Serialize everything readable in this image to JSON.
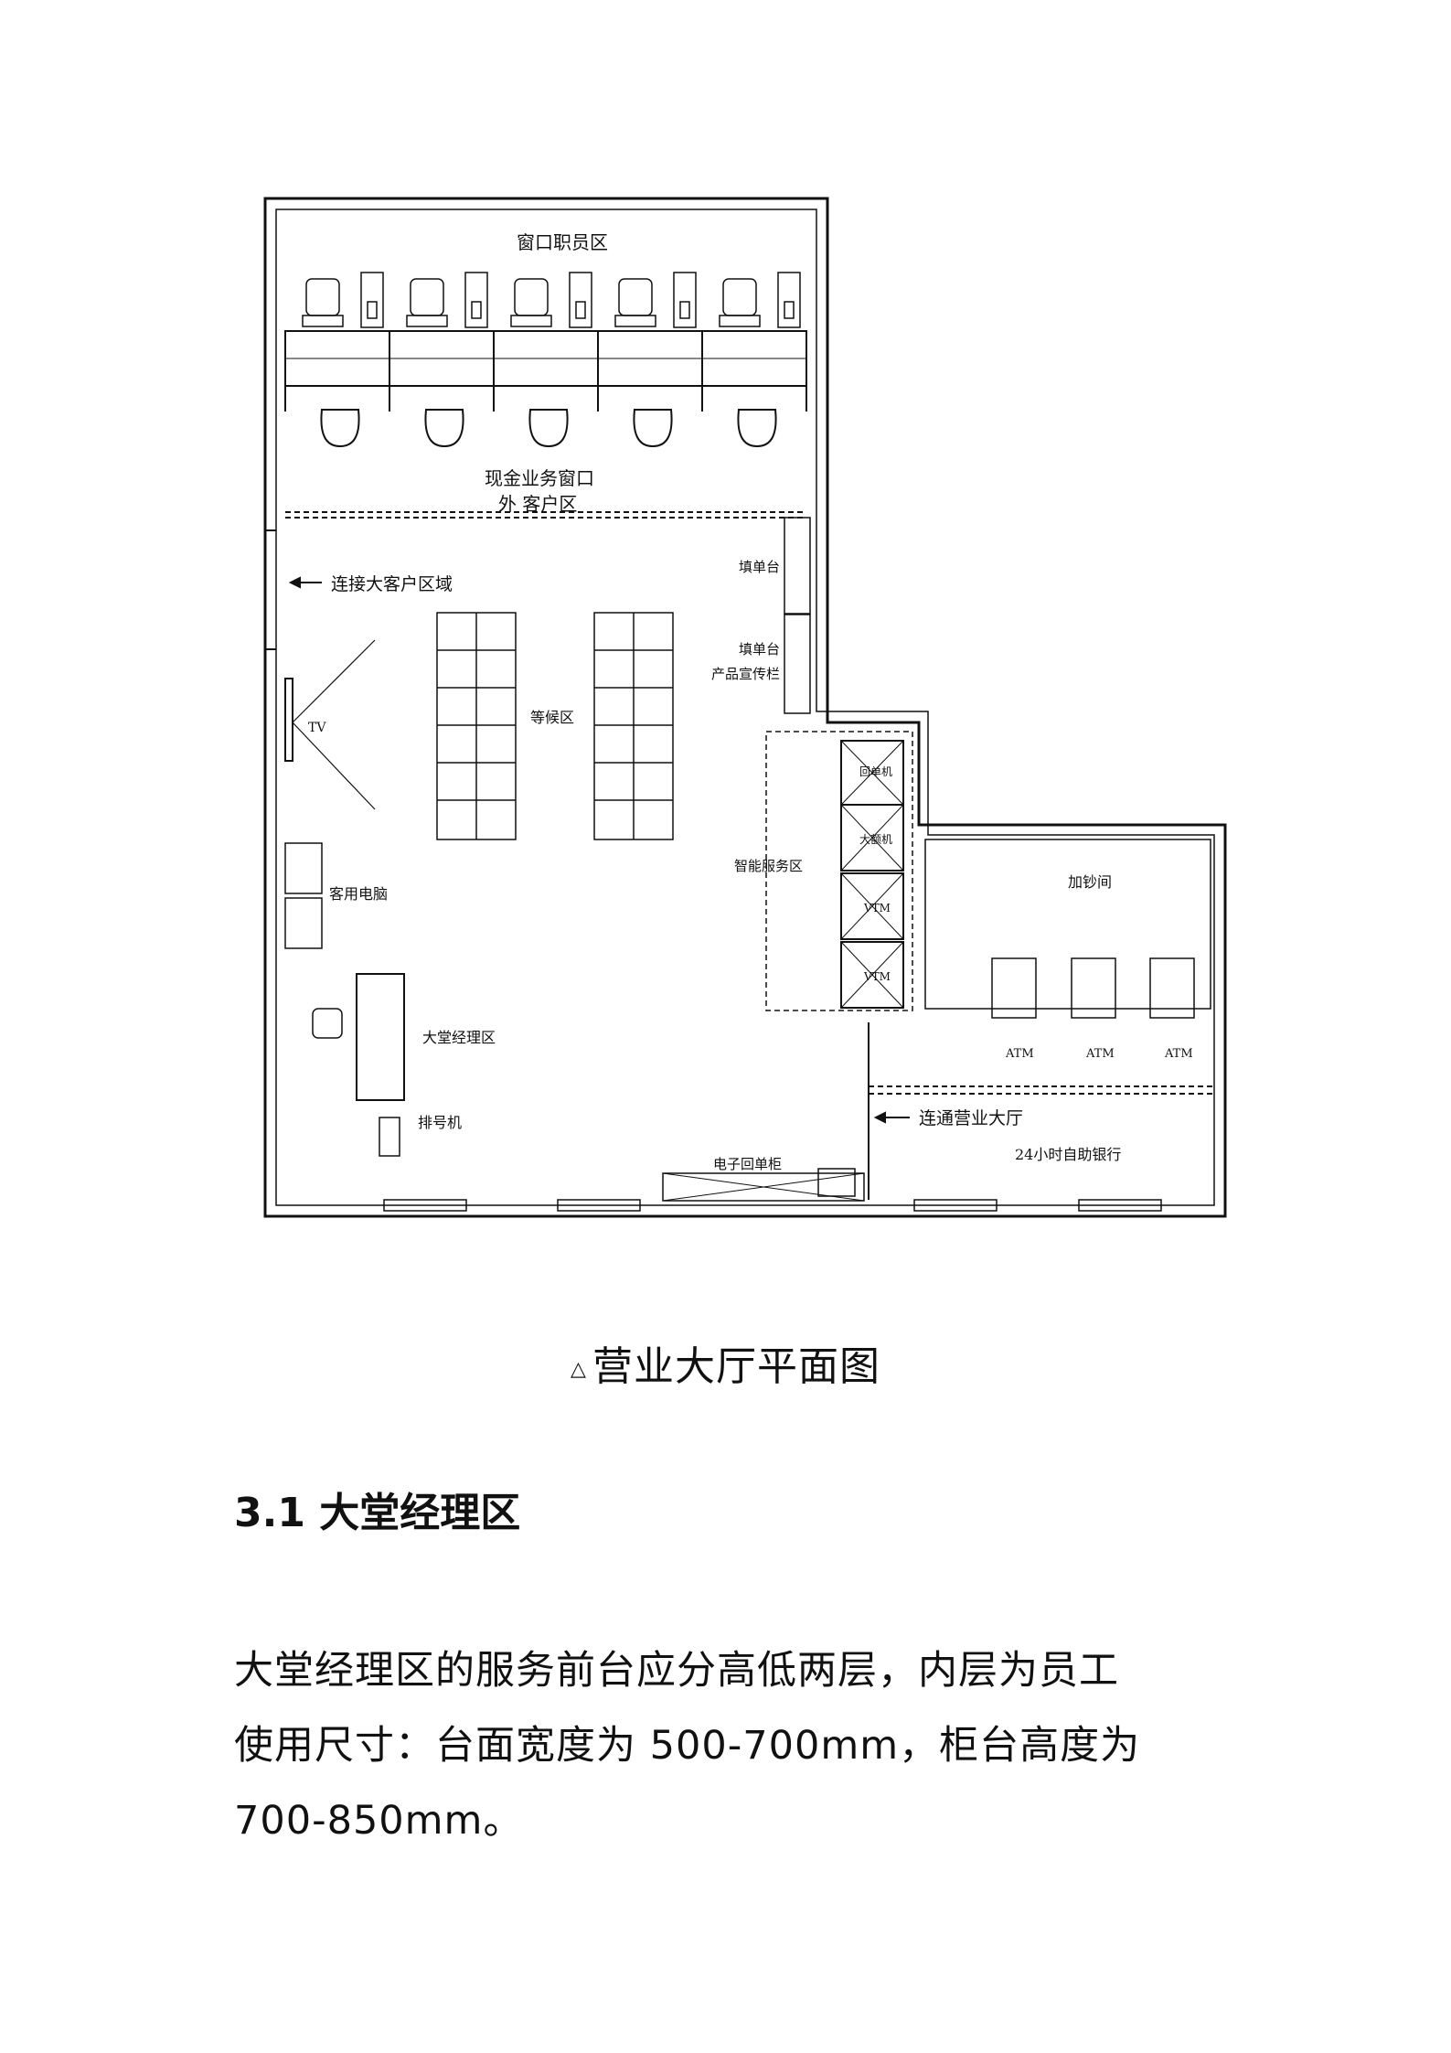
{
  "plan": {
    "labels": {
      "teller_staff": "窗口职员区",
      "cash_window": "现金业务窗口",
      "outside_customer": "外 客户区",
      "fill_desk1": "填单台",
      "fill_desk2": "填单台",
      "promo": "产品宣传栏",
      "vip_connect": "连接大客户区域",
      "waiting": "等候区",
      "tv": "TV",
      "guest_pc": "客用电脑",
      "lobby_manager": "大堂经理区",
      "queue_machine": "排号机",
      "smart_service": "智能服务区",
      "receipt_machine": "回单机",
      "big_cash_machine": "大额机",
      "vtm1": "VTM",
      "vtm2": "VTM",
      "cash_room": "加钞间",
      "atm1": "ATM",
      "atm2": "ATM",
      "atm3": "ATM",
      "connect_hall": "连通营业大厅",
      "self_bank": "24小时自助银行",
      "e_receipt": "电子回单柜"
    }
  },
  "caption": {
    "marker": "△",
    "text": "营业大厅平面图"
  },
  "section": {
    "heading": "3.1 大堂经理区"
  },
  "body": {
    "line1": "大堂经理区的服务前台应分高低两层，内层为员工",
    "line2": "使用尺寸：台面宽度为 500-700mm，柜台高度为",
    "line3": "700-850mm。"
  }
}
